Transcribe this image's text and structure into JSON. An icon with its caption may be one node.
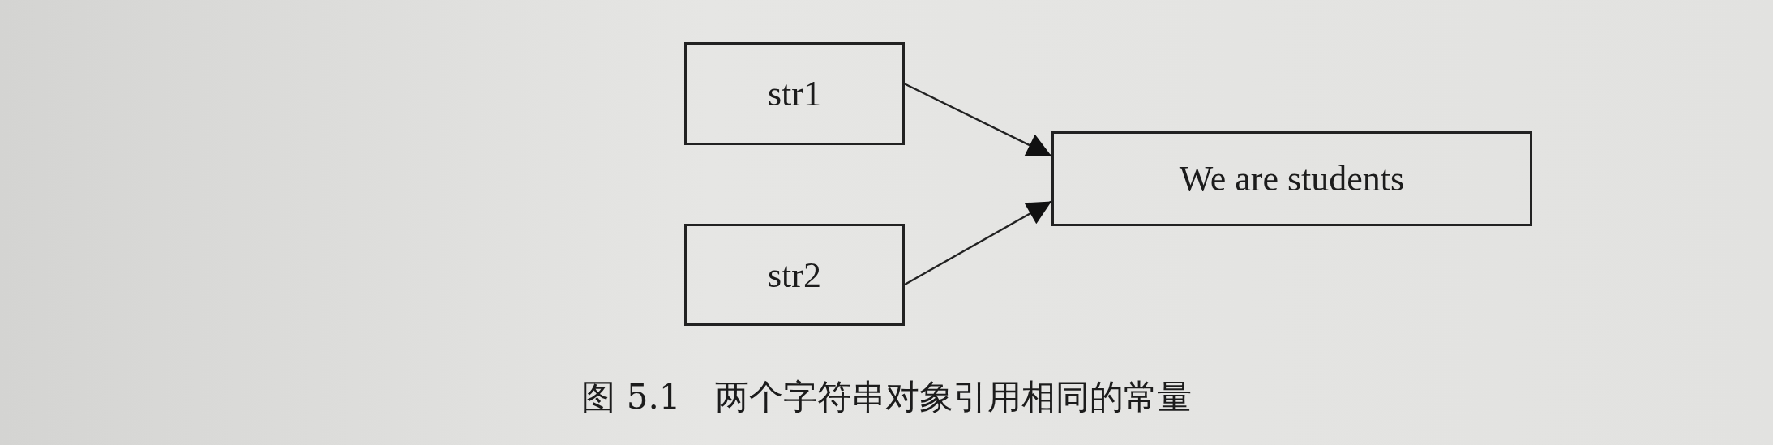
{
  "diagram": {
    "caption": "图 5.1　两个字符串对象引用相同的常量",
    "nodes": [
      {
        "text": [
          "str1"
        ]
      },
      {
        "text": [
          "str2"
        ]
      },
      {
        "text": [
          "We are students"
        ]
      }
    ],
    "edges": [
      {
        "from": 0,
        "to": 2,
        "arrow": "to"
      },
      {
        "from": 1,
        "to": 2,
        "arrow": "to"
      }
    ]
  }
}
